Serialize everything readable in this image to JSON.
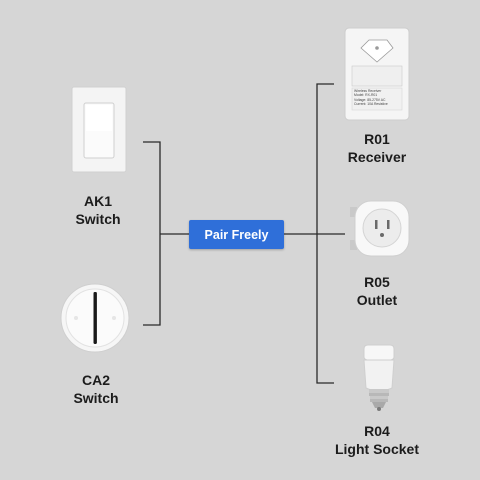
{
  "center_button": {
    "label": "Pair Freely"
  },
  "devices": {
    "ak1": {
      "model": "AK1",
      "type": "Switch"
    },
    "ca2": {
      "model": "CA2",
      "type": "Switch"
    },
    "r01": {
      "model": "R01",
      "type": "Receiver",
      "panel_lines": [
        "Wireless Receiver",
        "Model: RX-R01",
        "Voltage: 85-275V AC",
        "Current: 10A Resistive"
      ]
    },
    "r05": {
      "model": "R05",
      "type": "Outlet"
    },
    "r04": {
      "model": "R04",
      "type": "Light Socket"
    }
  },
  "colors": {
    "background": "#d6d6d6",
    "lines": "#2a2a2a",
    "button": "#2f6fd9",
    "device_body": "#f7f7f7"
  }
}
